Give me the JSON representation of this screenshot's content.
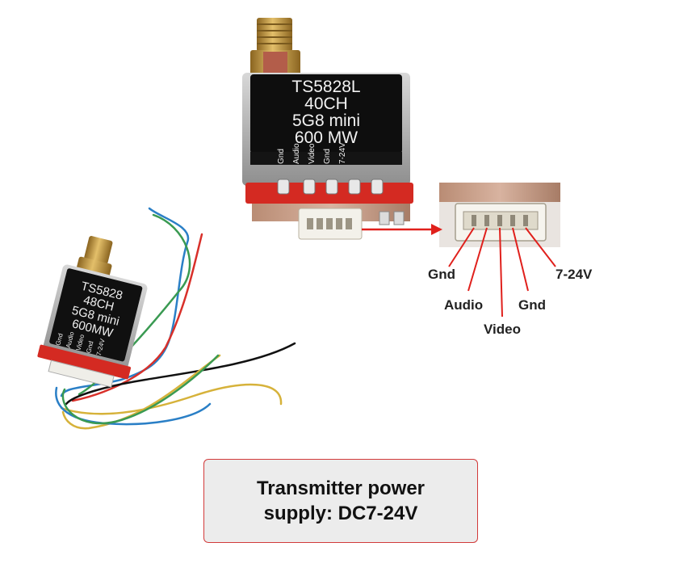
{
  "main_module": {
    "label_lines": [
      "TS5828L",
      "40CH",
      "5G8 mini",
      "600 MW"
    ],
    "pin_labels": [
      "Gnd",
      "Audio",
      "Video",
      "Gnd",
      "7-24V"
    ]
  },
  "small_module": {
    "label_lines": [
      "TS5828",
      "48CH",
      "5G8  mini",
      "600MW"
    ],
    "pin_labels": [
      "Gnd",
      "Audio",
      "Video",
      "Gnd",
      "7-24V"
    ]
  },
  "connector_callout": {
    "labels": {
      "gnd_left": "Gnd",
      "audio": "Audio",
      "video": "Video",
      "gnd_right": "Gnd",
      "power": "7-24V"
    }
  },
  "caption": {
    "line1": "Transmitter power",
    "line2": "supply: DC7-24V"
  },
  "colors": {
    "pcb_red": "#d42a22",
    "arrow_red": "#e0201c",
    "caption_border": "#d23a3a",
    "antenna_gold": "#c99a3a"
  }
}
